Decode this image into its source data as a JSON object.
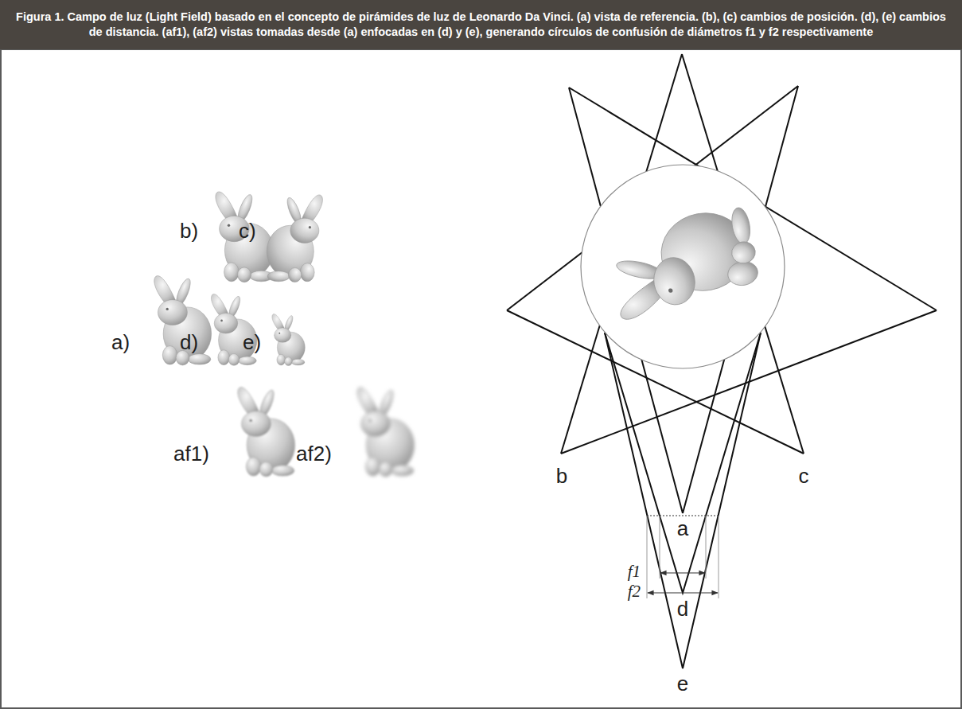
{
  "diagram": {
    "title": "Figura 1. Campo de luz (Light Field) basado en el concepto de pirámides de luz de Leonardo Da Vinci. (a) vista de referencia. (b), (c) cambios de posición. (d), (e) cambios de distancia. (af1), (af2) vistas tomadas desde (a) enfocadas en (d) y (e), generando círculos de confusión de diámetros f1 y f2 respectivamente",
    "labels": [
      "a)",
      "b)",
      "c)",
      "d)",
      "e)",
      "af1)",
      "af2)",
      "b",
      "c",
      "a",
      "f1",
      "f2",
      "d",
      "e"
    ]
  }
}
